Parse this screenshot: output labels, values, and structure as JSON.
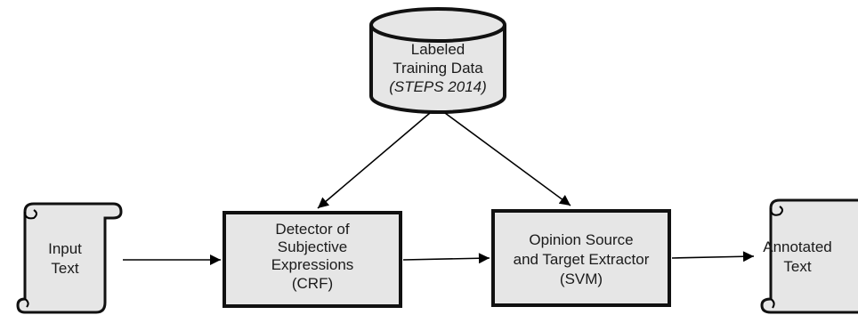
{
  "nodes": {
    "training_data": {
      "lines": [
        "Labeled",
        "Training Data"
      ],
      "italic_line": "(STEPS 2014)"
    },
    "input_text": {
      "lines": [
        "Input",
        "Text"
      ]
    },
    "detector": {
      "lines": [
        "Detector of",
        "Subjective",
        "Expressions",
        "(CRF)"
      ]
    },
    "extractor": {
      "lines": [
        "Opinion Source",
        "and Target Extractor",
        "(SVM)"
      ]
    },
    "annotated_text": {
      "lines": [
        "Annotated",
        "Text"
      ]
    }
  },
  "colors": {
    "node_fill": "#e6e6e6",
    "node_stroke": "#111111",
    "edge": "#000000"
  },
  "icons": {
    "database": "cylinder",
    "document": "scroll"
  }
}
